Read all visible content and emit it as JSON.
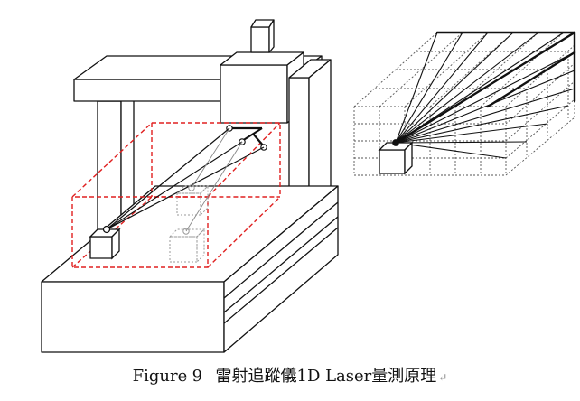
{
  "caption": {
    "prefix": "Figure",
    "number": "9",
    "text": "雷射追蹤儀1D Laser量測原理",
    "return_mark": "↵"
  },
  "colors": {
    "line": "#111111",
    "workspace_dash": "#e02020",
    "grid_dash": "#555555",
    "background": "#ffffff"
  }
}
